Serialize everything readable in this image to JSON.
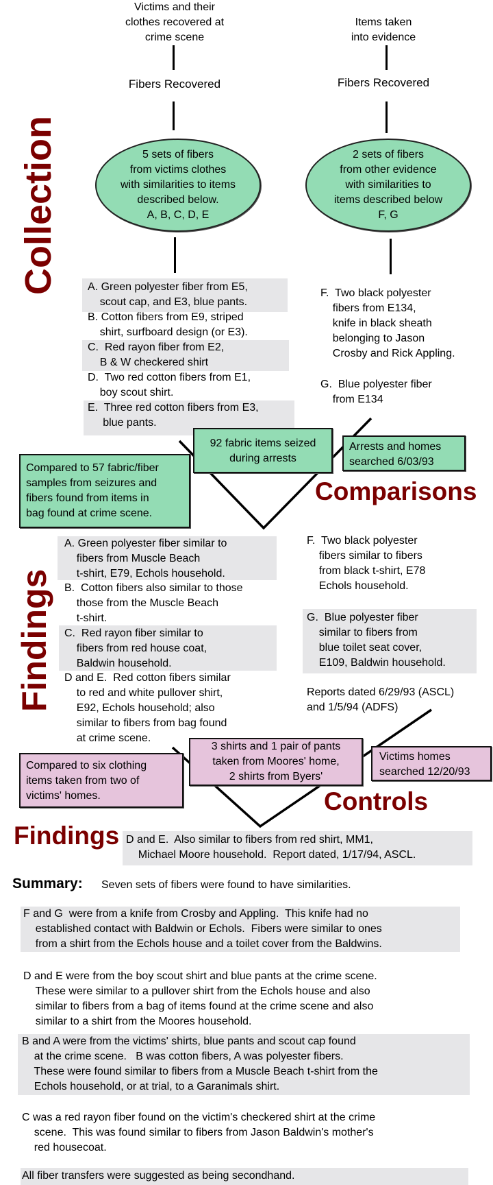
{
  "sections": {
    "collection": "Collection",
    "comparisons": "Comparisons",
    "findings_vertical": "Findings",
    "controls": "Controls",
    "findings_horizontal": "Findings"
  },
  "collection": {
    "left_source": "Victims and their\nclothes recovered at\ncrime scene",
    "right_source": "Items taken\ninto evidence",
    "left_fibers": "Fibers Recovered",
    "right_fibers": "Fibers Recovered",
    "left_ellipse": "5 sets of fibers\nfrom victims clothes\nwith similarities to items\ndescribed below.\nA, B, C, D, E",
    "right_ellipse": "2 sets of fibers\nfrom other evidence\nwith similarities to\nitems described below\nF, G",
    "left_items": [
      "A. Green polyester fiber from E5,\n    scout cap, and E3, blue pants.",
      "B. Cotton fibers from E9, striped\n    shirt, surfboard design (or E3).",
      "C.  Red rayon fiber from E2,\n    B & W checkered shirt",
      "D.  Two red cotton fibers from E1,\n    boy scout shirt.",
      "E.  Three red cotton fibers from E3,\n     blue pants."
    ],
    "right_items": [
      "F.  Two black polyester\n    fibers from E134,\n    knife in black sheath\n    belonging to Jason\n    Crosby and Rick Appling.",
      "G.  Blue polyester fiber\n    from E134"
    ]
  },
  "comparisons": {
    "center_box": "92 fabric items seized\nduring arrests",
    "right_box": "Arrests and homes\nsearched 6/03/93",
    "left_box": "Compared to 57 fabric/fiber\nsamples from seizures and\nfibers found from items in\nbag found at crime scene."
  },
  "findings": {
    "left_items": [
      "A. Green polyester fiber similar to\n    fibers from Muscle Beach\n    t-shirt, E79, Echols household.",
      "B.  Cotton fibers also similar to those\n    those from the Muscle Beach\n    t-shirt.",
      "C.  Red rayon fiber similar to\n    fibers from red house coat,\n    Baldwin household.",
      "D and E.  Red cotton fibers similar\n    to red and white pullover shirt,\n    E92, Echols household; also\n    similar to fibers from bag found\n    at crime scene."
    ],
    "right_items": [
      "F.  Two black polyester\n    fibers similar to fibers\n    from black t-shirt, E78\n    Echols household.",
      "G.  Blue polyester fiber\n    similar to fibers from\n    blue toilet seat cover,\n    E109, Baldwin household."
    ],
    "reports": "Reports dated 6/29/93 (ASCL)\nand 1/5/94 (ADFS)"
  },
  "controls": {
    "center_box": "3 shirts and 1 pair of pants\ntaken from Moores' home,\n2 shirts from Byers'",
    "right_box": "Victims homes\nsearched 12/20/93",
    "left_box": "Compared to six clothing\nitems taken from two of\nvictims' homes."
  },
  "controls_findings": "D and E.  Also similar to fibers from red shirt, MM1,\n    Michael Moore household.  Report dated, 1/17/94, ASCL.",
  "summary": {
    "label": "Summary:",
    "intro": "Seven sets of fibers were found to have similarities.",
    "paragraphs": [
      "F and G  were from a knife from Crosby and Appling.  This knife had no\n    established contact with Baldwin or Echols.  Fibers were similar to ones\n    from a shirt from the Echols house and a toilet cover from the Baldwins.",
      "D and E were from the boy scout shirt and blue pants at the crime scene.\n    These were similar to a pullover shirt from the Echols house and also\n    similar to fibers from a bag of items found at the crime scene and also\n    similar to a shirt from the Moores household.",
      "B and A were from the victims' shirts, blue pants and scout cap found\n    at the crime scene.   B was cotton fibers, A was polyester fibers.\n    These were found similar to fibers from a Muscle Beach t-shirt from the\n    Echols household, or at trial, to a Garanimals shirt.",
      "C was a red rayon fiber found on the victim's checkered shirt at the crime\n    scene.  This was found similar to fibers from Jason Baldwin's mother's\n    red housecoat.",
      "All fiber transfers were suggested as being secondhand."
    ]
  },
  "colors": {
    "heading": "#7a0000",
    "green_box": "#93dcb4",
    "pink_box": "#e6c4dc",
    "gray_band": "#e6e6e8"
  }
}
